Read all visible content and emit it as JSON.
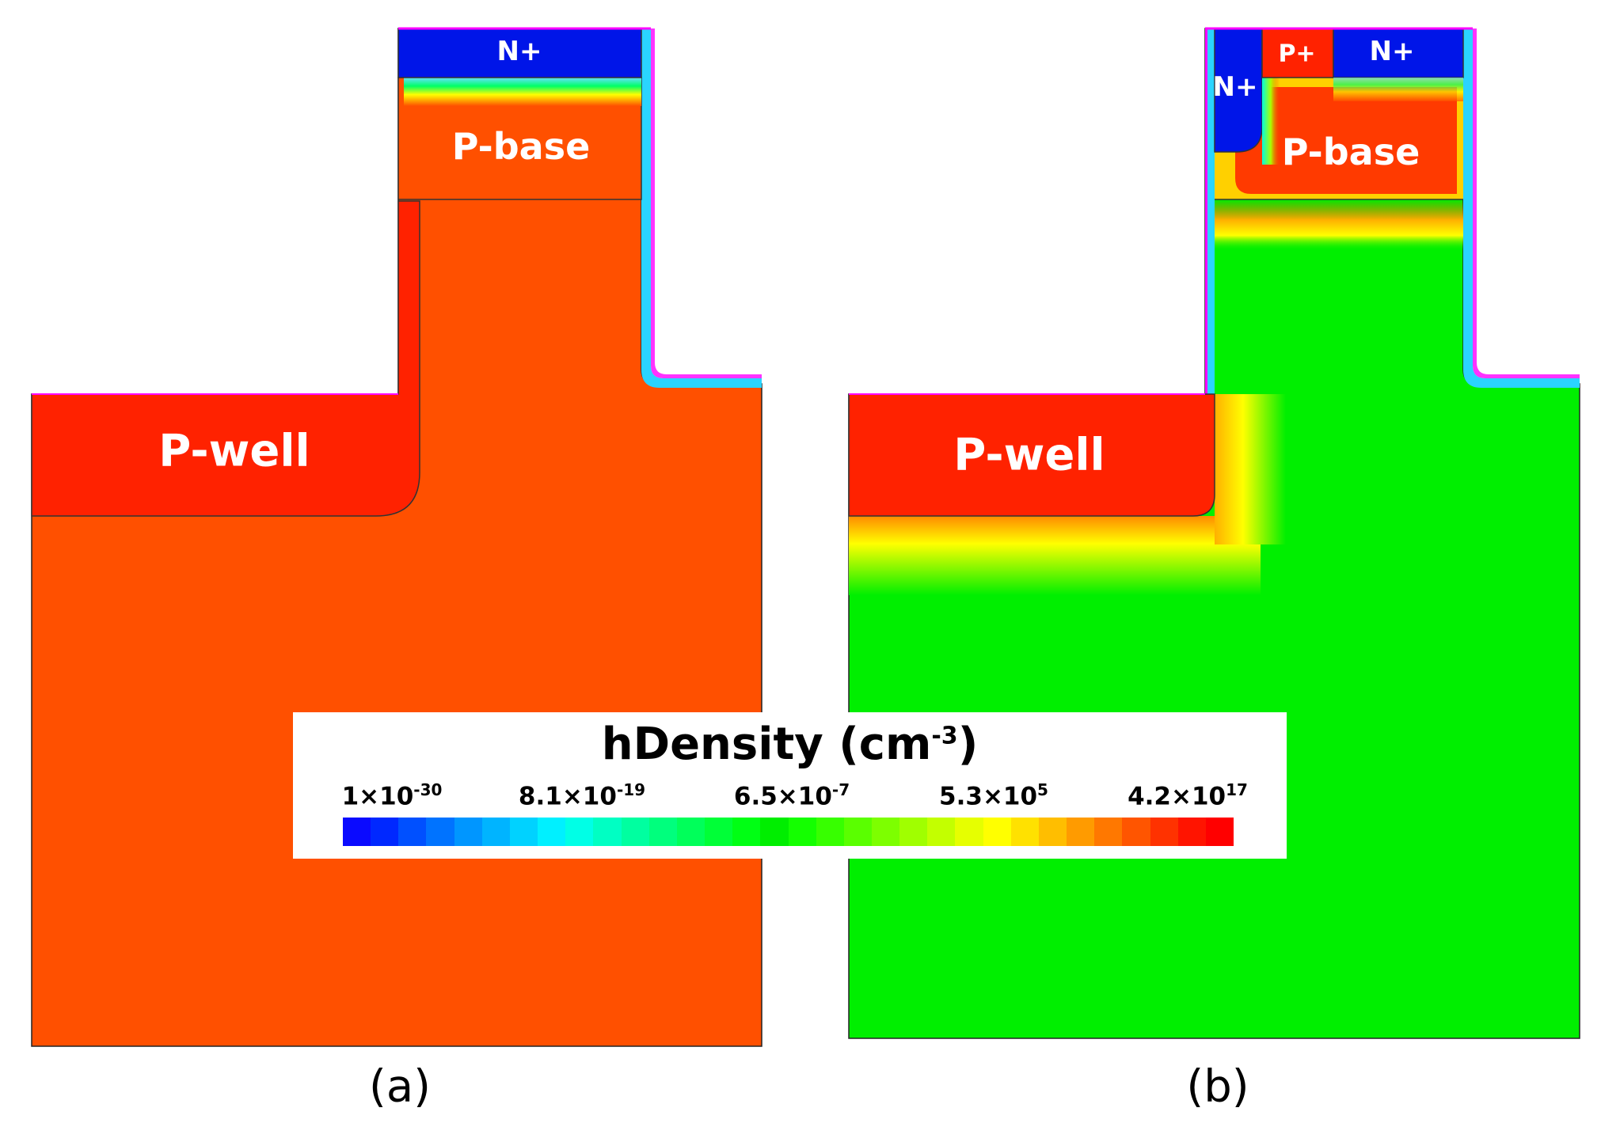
{
  "panel_a": {
    "caption": "(a)",
    "regions": {
      "n_plus": "N+",
      "p_base": "P-base",
      "p_well": "P-well"
    },
    "colors": {
      "bulk": "#ff5000",
      "p_well": "#ff2200",
      "n_plus": "#0015e8"
    }
  },
  "panel_b": {
    "caption": "(b)",
    "regions": {
      "n_plus_left": "N+",
      "p_plus": "P+",
      "n_plus_right": "N+",
      "p_base": "P-base",
      "p_well": "P-well"
    },
    "colors": {
      "bulk": "#00ef00",
      "p_well": "#ff2200",
      "n_plus": "#0015e8",
      "p_base": "#ff3a00"
    }
  },
  "legend": {
    "title_main": "hDensity (cm",
    "title_exp": "-3",
    "title_close": ")",
    "ticks": [
      {
        "mant": "1×10",
        "exp": "-30"
      },
      {
        "mant": "8.1×10",
        "exp": "-19"
      },
      {
        "mant": "6.5×10",
        "exp": "-7"
      },
      {
        "mant": "5.3×10",
        "exp": "5"
      },
      {
        "mant": "4.2×10",
        "exp": "17"
      }
    ],
    "colorbar": [
      "#0a0aff",
      "#0028ff",
      "#0050ff",
      "#0073ff",
      "#0096ff",
      "#00b4ff",
      "#00d2ff",
      "#00f0ff",
      "#00ffe6",
      "#00ffc3",
      "#00ffa0",
      "#00ff7d",
      "#00ff5a",
      "#00ff37",
      "#00ff14",
      "#00ee00",
      "#14ff00",
      "#37ff00",
      "#5aff00",
      "#7dff00",
      "#a0ff00",
      "#c3ff00",
      "#e6ff00",
      "#ffff00",
      "#ffe100",
      "#ffbe00",
      "#ff9b00",
      "#ff7800",
      "#ff5500",
      "#ff3200",
      "#ff1400",
      "#ff0000"
    ]
  }
}
